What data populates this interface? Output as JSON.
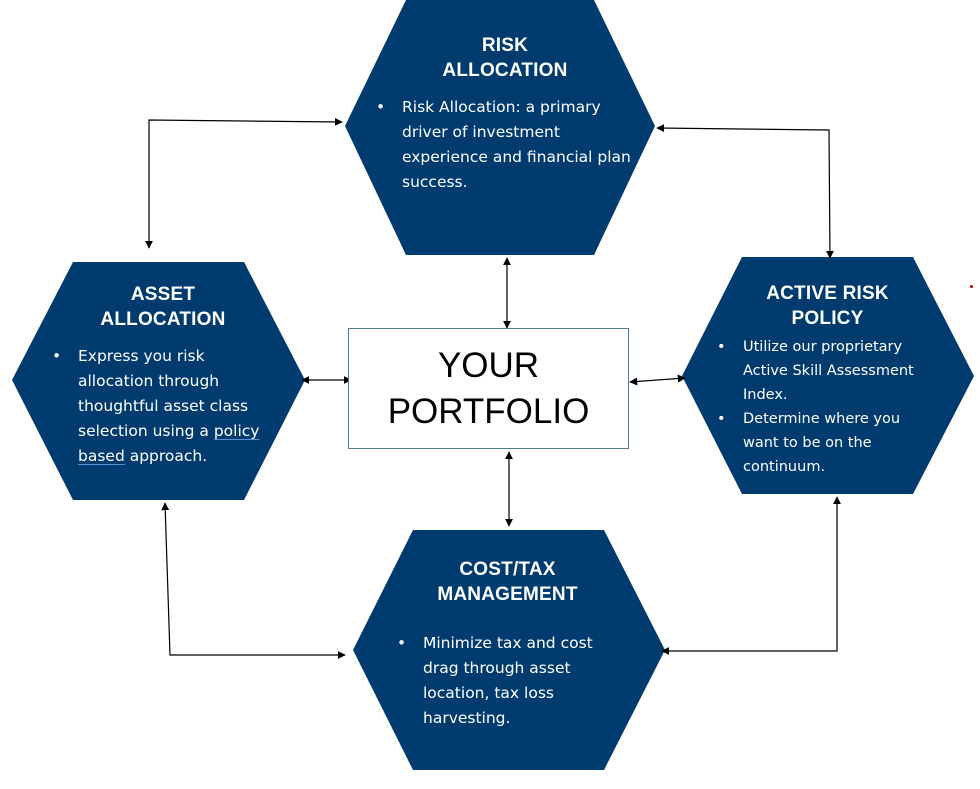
{
  "colors": {
    "hexagon_fill": "#003b6f",
    "box_border": "#4f7a95",
    "arrow": "#000000",
    "text_light": "#ffffff"
  },
  "center": {
    "line1": "YOUR",
    "line2": "PORTFOLIO"
  },
  "nodes": {
    "risk": {
      "title_line1": "RISK",
      "title_line2": "ALLOCATION",
      "bullets": [
        "Risk Allocation: a primary driver of investment experience and financial plan success."
      ]
    },
    "asset": {
      "title_line1": "ASSET",
      "title_line2": "ALLOCATION",
      "bullet_pre": "Express you risk allocation through thoughtful asset class selection using a ",
      "bullet_link1": "policy",
      "bullet_link2": "based",
      "bullet_post": " approach."
    },
    "active": {
      "title_line1": "ACTIVE RISK",
      "title_line2": "POLICY",
      "bullets": [
        "Utilize our proprietary Active Skill Assessment Index.",
        "Determine where you want to  be on the continuum."
      ]
    },
    "cost": {
      "title_line1": "COST/TAX",
      "title_line2": "MANAGEMENT",
      "bullets": [
        "Minimize tax and cost drag through asset location, tax loss harvesting."
      ]
    }
  }
}
